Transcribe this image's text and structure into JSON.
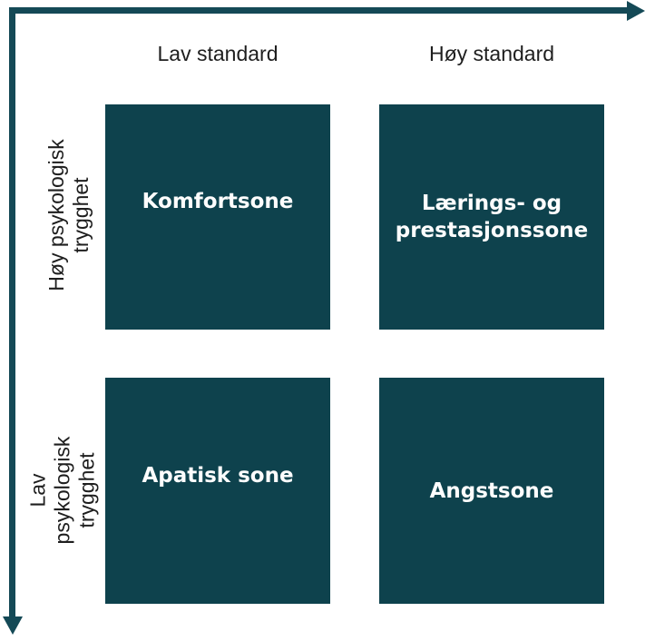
{
  "title": "Psykologisk trygghet / standard kvadrantdiagram",
  "colors": {
    "background": "#ffffff",
    "axis": "#144956",
    "box": "#0e424d",
    "box_text": "#fdfdfd",
    "label_text": "#1e1e1e"
  },
  "x_axis": {
    "low_label": "Lav standard",
    "high_label": "Høy standard"
  },
  "y_axis": {
    "high_label": "Høy psykologisk\ntrygghet",
    "low_label": "Lav\npsykologisk\ntrygghet"
  },
  "quadrants": {
    "top_left": "Komfortsone",
    "top_right": "Lærings- og\nprestasjonssone",
    "bottom_left": "Apatisk sone",
    "bottom_right": "Angstsone"
  }
}
